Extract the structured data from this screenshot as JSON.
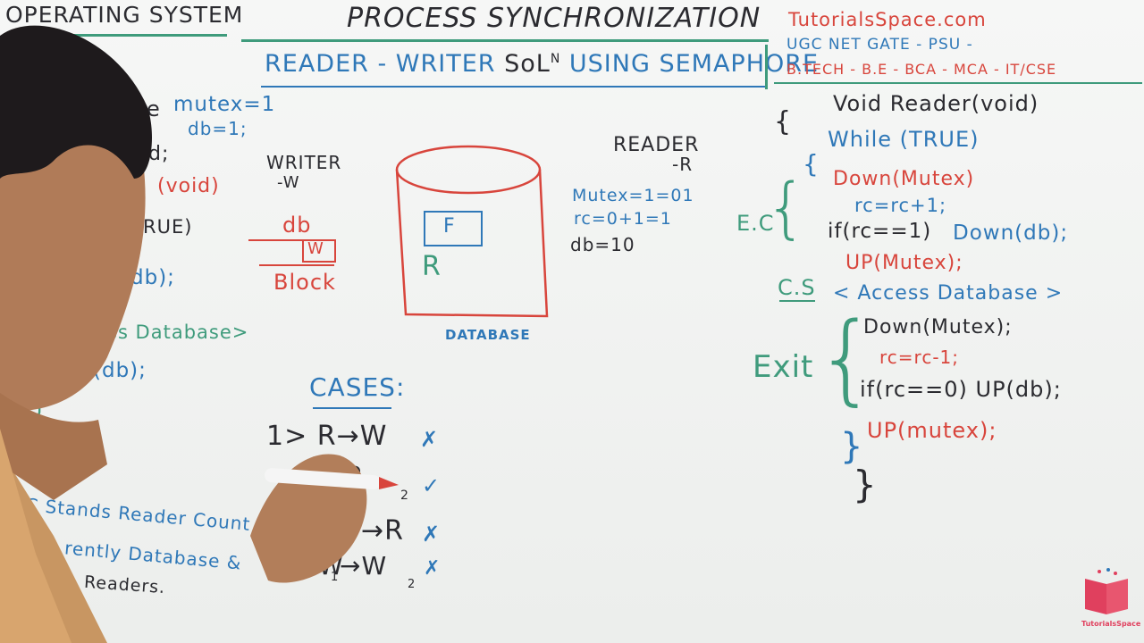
{
  "header": {
    "left_title": "OPERATING SYSTEM",
    "main_title": "PROCESS SYNCHRONIZATION",
    "subtitle_pre": "READER - WRITER ",
    "subtitle_sol": "SoL",
    "subtitle_sup": "N",
    "subtitle_post": " USING SEMAPHORE",
    "brand_site": "TutorialsSpace.com",
    "brand_line2": "UGC NET GATE - PSU -",
    "brand_line3": "B.TECH - B.E - BCA - MCA -  IT/CSE"
  },
  "left_code": {
    "l1a": "ore",
    "l1b": "mutex=1",
    "l2": "db=1;",
    "l3": "d;",
    "l4": "(void)",
    "l5": "RUE)",
    "l6": "db);",
    "l7": "ss Database>",
    "l8": "(db);",
    "l9": "}",
    "l10": "}",
    "note1": "C Stands Reader Count",
    "note2": "rently Database &",
    "note3": "Readers."
  },
  "writer": {
    "label": "WRITER",
    "sub": "-W",
    "db": "db",
    "w": "W",
    "block": "Block"
  },
  "database": {
    "f": "F",
    "r": "R",
    "caption": "DATABASE"
  },
  "reader": {
    "label": "READER",
    "sub": "-R",
    "mutex": "Mutex=1=01",
    "rc": "rc=0+1=1",
    "db": "db=10"
  },
  "cases": {
    "title": "CASES:",
    "c1": "1> R→W",
    "c1_mark": "✗",
    "c2": "R→R",
    "c2_sub": "2",
    "c2_mark": "✓",
    "c3": "→R",
    "c3_mark": "✗",
    "c4": "W",
    "c4_sub1": "1",
    "c4_arrow": "→W",
    "c4_sub2": "2",
    "c4_mark": "✗"
  },
  "right_code": {
    "func": "Void Reader(void)",
    "brace1": "{",
    "while": "While (TRUE)",
    "brace2": "{",
    "ec": "E.C",
    "down_mutex": "Down(Mutex)",
    "rc_inc": "rc=rc+1;",
    "if_rc1_a": "if(rc==1)",
    "if_rc1_b": "Down(db);",
    "up_mutex": "UP(Mutex);",
    "cs": "C.S",
    "access": "< Access Database >",
    "exit": "Exit",
    "down_mutex2": "Down(Mutex);",
    "rc_dec": "rc=rc-1;",
    "if_rc0": "if(rc==0) UP(db);",
    "up_mutex2": "UP(mutex);",
    "brace3": "}",
    "brace4": "}"
  },
  "colors": {
    "ink_black": "#2b2b30",
    "ink_red": "#d8453c",
    "ink_blue": "#2f78b8",
    "ink_green": "#3f9b7c",
    "logo_pink": "#e0405e"
  },
  "logo": {
    "icon": "book-icon",
    "text": "TutorialsSpace"
  }
}
